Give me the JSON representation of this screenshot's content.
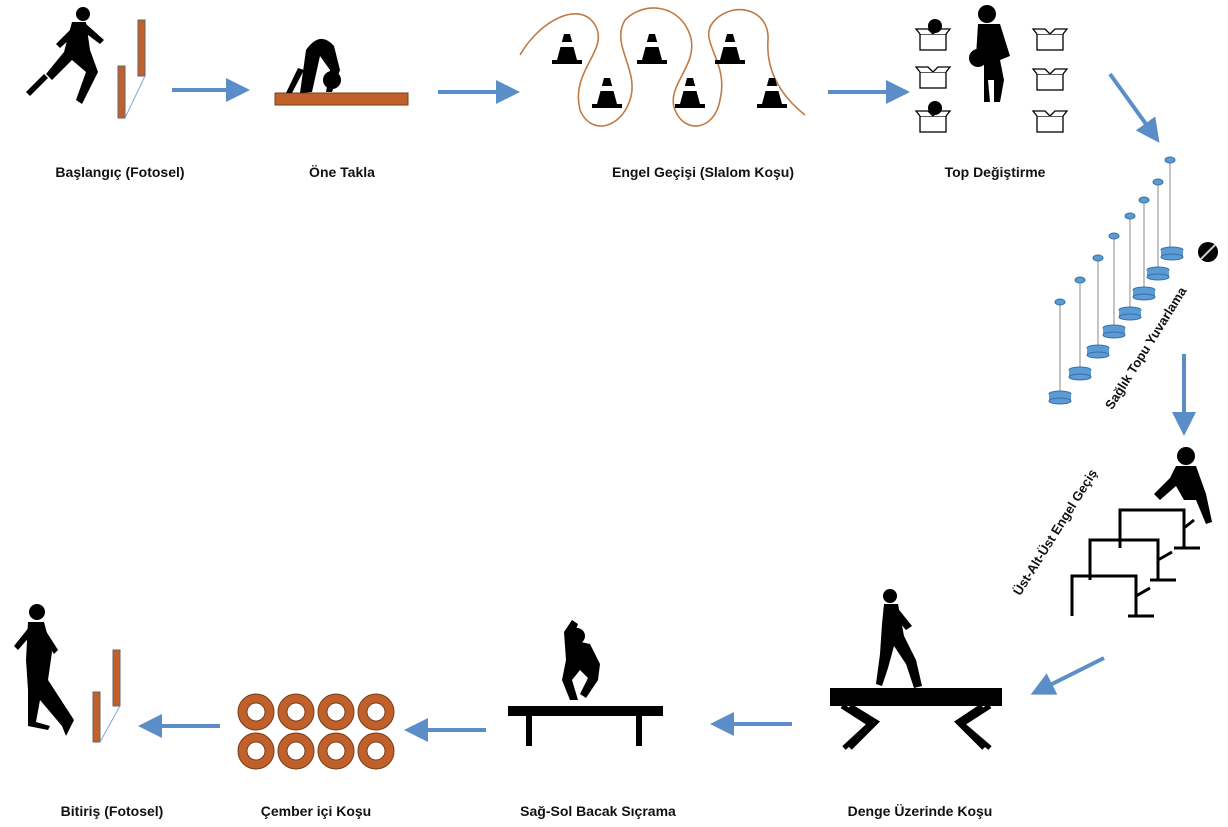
{
  "stations": {
    "start": "Başlangıç (Fotosel)",
    "forward_roll": "Öne Takla",
    "slalom": "Engel Geçişi (Slalom Koşu)",
    "ball_swap": "Top Değiştirme",
    "medicine_ball": "Sağlık Topu Yuvarlama",
    "hurdles": "Üst-Alt-Üst Engel Geçiş",
    "balance_beam": "Denge Üzerinde Koşu",
    "leg_jump": "Sağ-Sol Bacak Sıçrama",
    "hoop_run": "Çember içi Koşu",
    "finish": "Bitiriş (Fotosel)"
  },
  "colors": {
    "arrow": "#5b8ec9",
    "photocell": "#c0602a",
    "mat": "#c0602a",
    "hoop": "#c0602a",
    "slalom_line": "#c07a45",
    "disc": "#5b9bd5",
    "silhouette": "#000000"
  }
}
